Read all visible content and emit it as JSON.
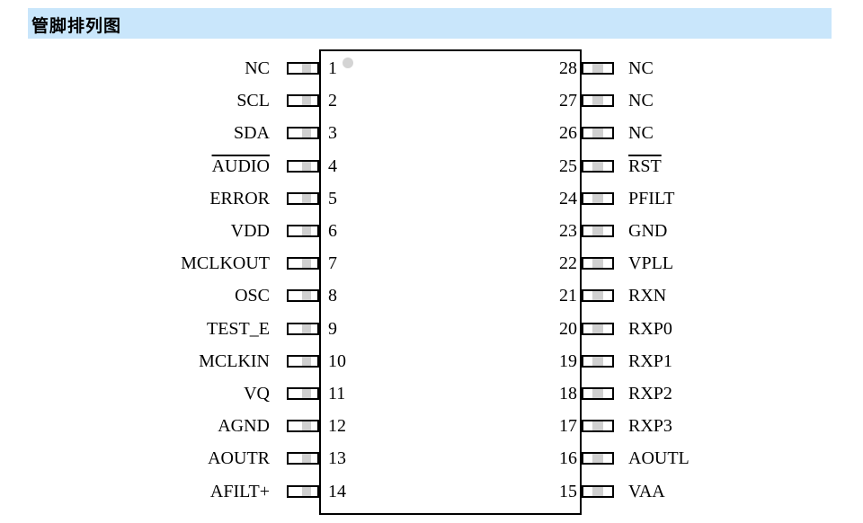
{
  "title": "管脚排列图",
  "left_pins": [
    {
      "number": "1",
      "name": "NC",
      "active_low": false
    },
    {
      "number": "2",
      "name": "SCL",
      "active_low": false
    },
    {
      "number": "3",
      "name": "SDA",
      "active_low": false
    },
    {
      "number": "4",
      "name": "AUDIO",
      "active_low": true
    },
    {
      "number": "5",
      "name": "ERROR",
      "active_low": false
    },
    {
      "number": "6",
      "name": "VDD",
      "active_low": false
    },
    {
      "number": "7",
      "name": "MCLKOUT",
      "active_low": false
    },
    {
      "number": "8",
      "name": "OSC",
      "active_low": false
    },
    {
      "number": "9",
      "name": "TEST_E",
      "active_low": false
    },
    {
      "number": "10",
      "name": "MCLKIN",
      "active_low": false
    },
    {
      "number": "11",
      "name": "VQ",
      "active_low": false
    },
    {
      "number": "12",
      "name": "AGND",
      "active_low": false
    },
    {
      "number": "13",
      "name": "AOUTR",
      "active_low": false
    },
    {
      "number": "14",
      "name": "AFILT+",
      "active_low": false
    }
  ],
  "right_pins": [
    {
      "number": "28",
      "name": "NC",
      "active_low": false
    },
    {
      "number": "27",
      "name": "NC",
      "active_low": false
    },
    {
      "number": "26",
      "name": "NC",
      "active_low": false
    },
    {
      "number": "25",
      "name": "RST",
      "active_low": true
    },
    {
      "number": "24",
      "name": "PFILT",
      "active_low": false
    },
    {
      "number": "23",
      "name": "GND",
      "active_low": false
    },
    {
      "number": "22",
      "name": "VPLL",
      "active_low": false
    },
    {
      "number": "21",
      "name": "RXN",
      "active_low": false
    },
    {
      "number": "20",
      "name": "RXP0",
      "active_low": false
    },
    {
      "number": "19",
      "name": "RXP1",
      "active_low": false
    },
    {
      "number": "18",
      "name": "RXP2",
      "active_low": false
    },
    {
      "number": "17",
      "name": "RXP3",
      "active_low": false
    },
    {
      "number": "16",
      "name": "AOUTL",
      "active_low": false
    },
    {
      "number": "15",
      "name": "VAA",
      "active_low": false
    }
  ]
}
